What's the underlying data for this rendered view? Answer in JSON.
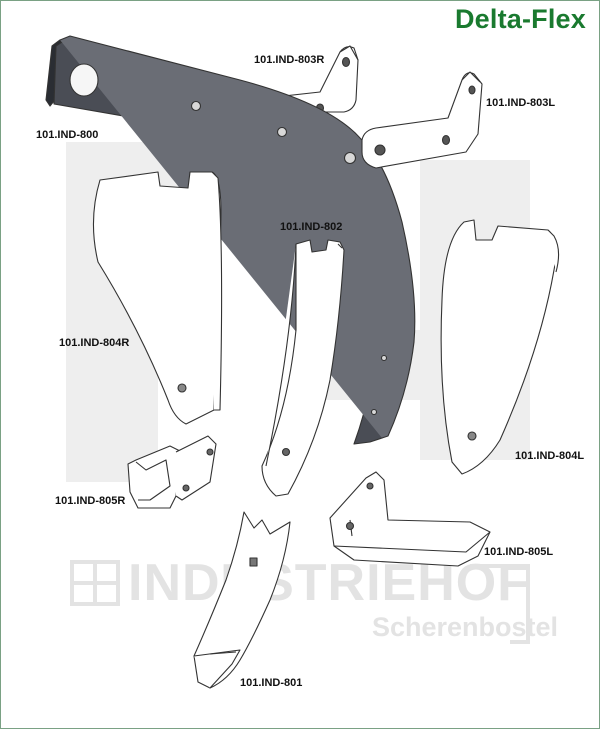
{
  "title": "Delta-Flex",
  "watermark": {
    "brand": "INDUSTRIEHOF",
    "city": "Scherenbostel"
  },
  "parts": [
    {
      "id": "101.IND-800"
    },
    {
      "id": "101.IND-801"
    },
    {
      "id": "101.IND-802"
    },
    {
      "id": "101.IND-803R"
    },
    {
      "id": "101.IND-803L"
    },
    {
      "id": "101.IND-804R"
    },
    {
      "id": "101.IND-804L"
    },
    {
      "id": "101.IND-805R"
    },
    {
      "id": "101.IND-805L"
    }
  ],
  "colors": {
    "title": "#1a7a2f",
    "frame": "#7aa184",
    "shank": "#4a4d55",
    "watermark": "#e3e3e3"
  }
}
